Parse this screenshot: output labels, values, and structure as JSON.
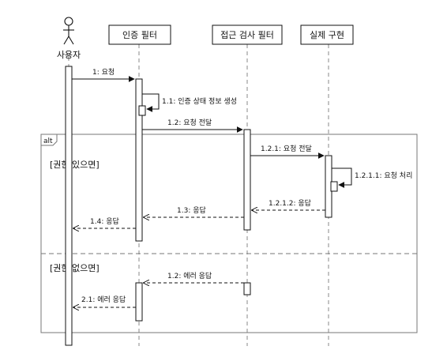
{
  "participants": {
    "actor": "사용자",
    "auth_filter": "인증 필터",
    "access_filter": "접근 검사 필터",
    "impl": "실제 구현"
  },
  "fragment": {
    "keyword": "alt",
    "guard_allowed": "[권한 있으면]",
    "guard_denied": "[권한 없으면]"
  },
  "messages": {
    "m1": "1: 요청",
    "m1_1": "1.1: 인증 상태 정보 생성",
    "m1_2": "1.2: 요청 전달",
    "m1_2_1": "1.2.1: 요청 전달",
    "m1_2_1_1": "1.2.1.1: 요청 처리",
    "m1_2_1_2": "1.2.1.2: 응답",
    "m1_3": "1.3: 응답",
    "m1_4": "1.4: 응답",
    "e1_2": "1.2: 에러 응답",
    "e2_1": "2.1: 에러 응답"
  }
}
